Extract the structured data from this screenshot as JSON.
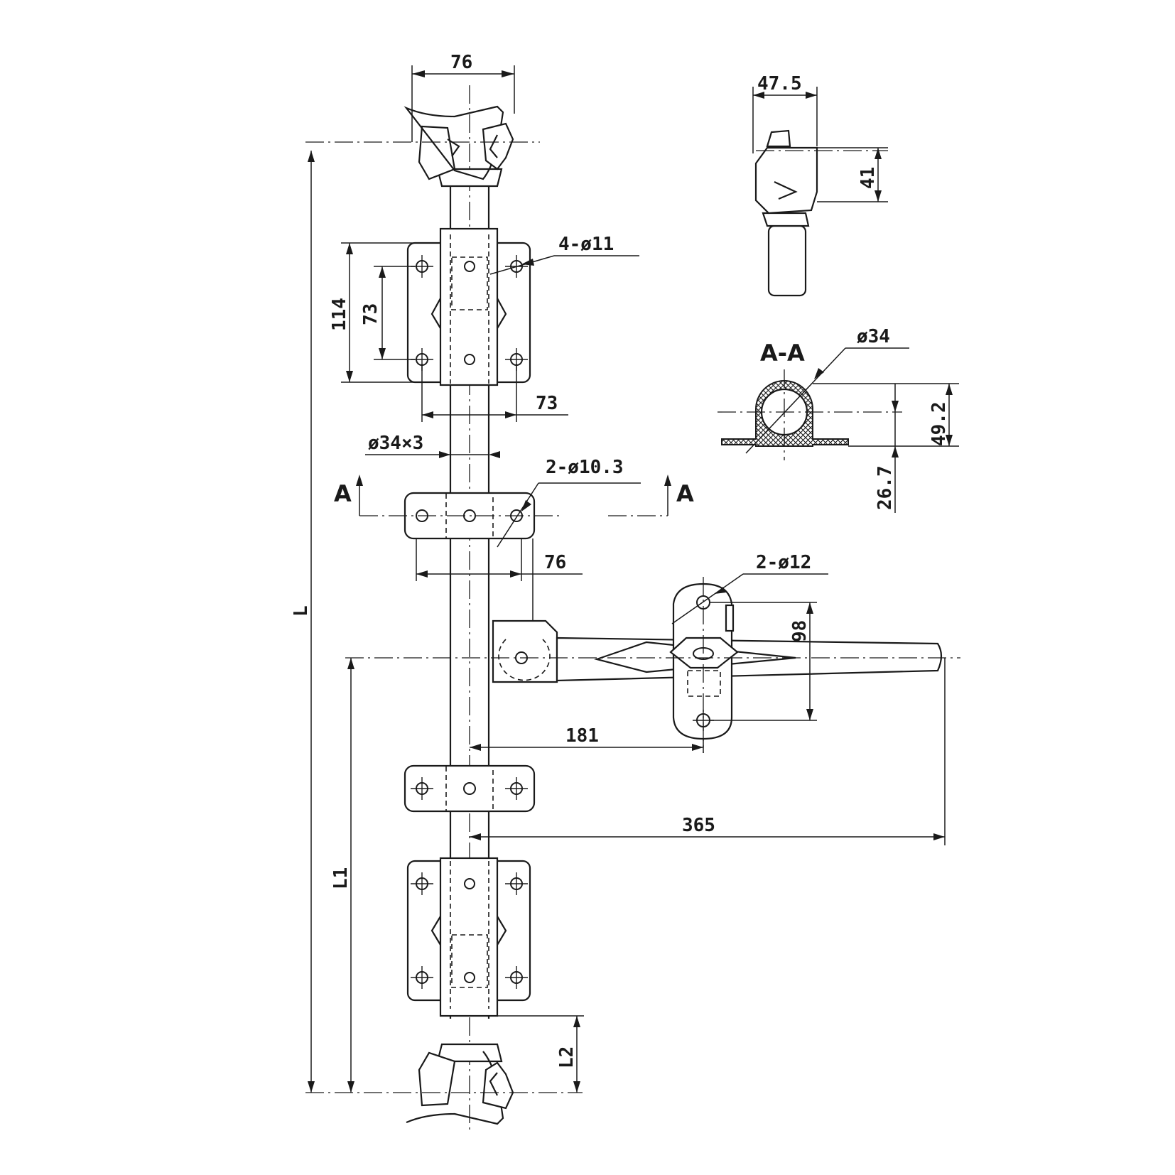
{
  "dimensions": {
    "latch_width_top": "76",
    "keeper_width": "47.5",
    "keeper_height": "41",
    "bracket_holes": "4-ø11",
    "bracket_height": "114",
    "bracket_hole_pitch_v": "73",
    "bracket_hole_pitch_h": "73",
    "tube_size": "ø34×3",
    "guide_holes": "2-ø10.3",
    "guide_hole_pitch": "76",
    "handle_holes": "2-ø12",
    "handle_hole_pitch": "98",
    "handle_hinge_offset": "181",
    "handle_length": "365",
    "overall_length": "L",
    "handle_height": "L1",
    "bottom_offset": "L2",
    "section_tube_dia": "ø34",
    "section_height": "49.2",
    "section_base": "26.7"
  },
  "labels": {
    "section_title": "A-A",
    "section_mark_left": "A",
    "section_mark_right": "A"
  }
}
